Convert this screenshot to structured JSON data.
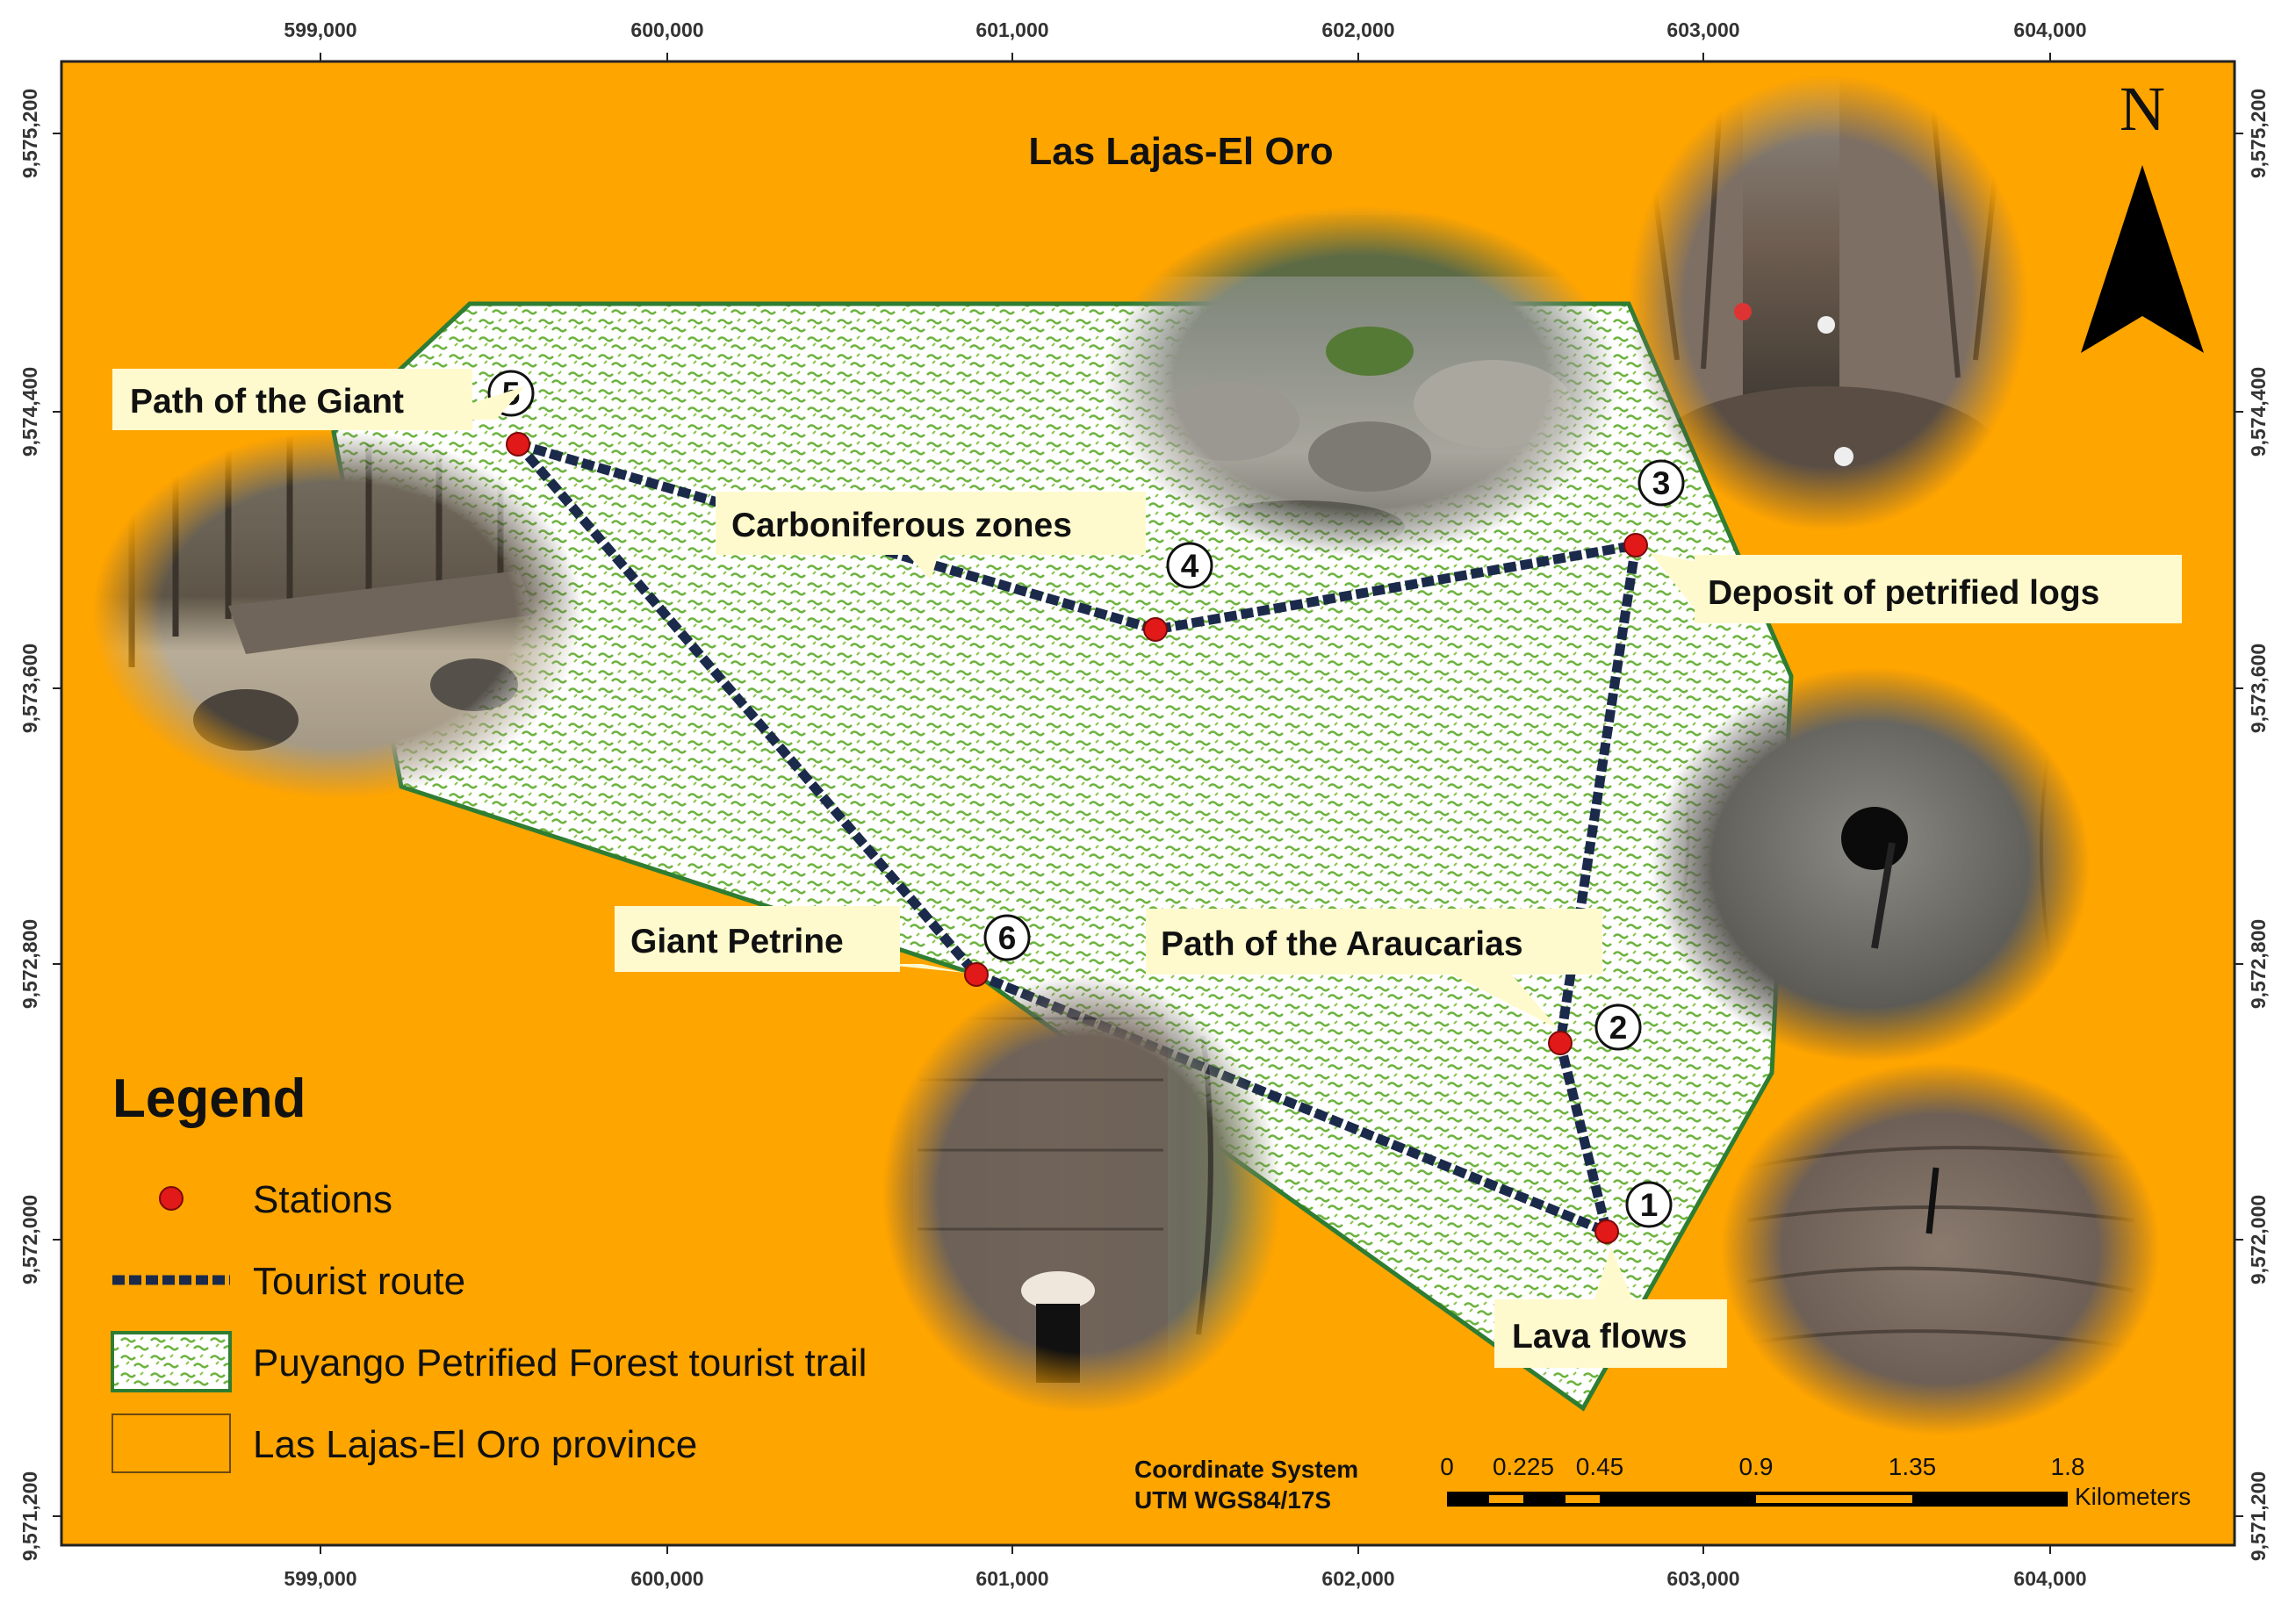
{
  "map": {
    "title": "Las Lajas-El Oro",
    "north_label": "N",
    "easting_ticks": [
      "599,000",
      "600,000",
      "601,000",
      "602,000",
      "603,000",
      "604,000"
    ],
    "northing_ticks": [
      "9,575,200",
      "9,574,400",
      "9,573,600",
      "9,572,800",
      "9,572,000",
      "9,571,200"
    ],
    "colors": {
      "province": "#FFA500",
      "trail_fill": "#FFFFFF",
      "trail_hatch": "#6DB33F",
      "trail_border": "#2E7D32",
      "route": "#1B2A4A",
      "station": "#E11919"
    },
    "stations": [
      {
        "number": "1",
        "name": "Lava flows"
      },
      {
        "number": "2",
        "name": "Path of the Araucarias"
      },
      {
        "number": "3",
        "name": "Deposit of petrified logs"
      },
      {
        "number": "4",
        "name": "Carboniferous zones"
      },
      {
        "number": "5",
        "name": "Path of the Giant"
      },
      {
        "number": "6",
        "name": "Giant Petrine"
      }
    ],
    "route_order": [
      "5",
      "4",
      "3",
      "2",
      "1",
      "6",
      "5"
    ],
    "photos": [
      "path-of-the-giant-photo",
      "carboniferous-zones-photo",
      "petrified-logs-deposit-photo",
      "araucarias-path-photo",
      "lava-flows-photo",
      "giant-petrine-photo"
    ]
  },
  "legend": {
    "title": "Legend",
    "items": [
      {
        "symbol": "station-dot",
        "label": "Stations"
      },
      {
        "symbol": "route-line",
        "label": "Tourist route"
      },
      {
        "symbol": "trail-area",
        "label": "Puyango Petrified Forest tourist trail"
      },
      {
        "symbol": "province-area",
        "label": "Las Lajas-El Oro province"
      }
    ]
  },
  "coordinate_system": {
    "line1": "Coordinate System",
    "line2": "UTM WGS84/17S"
  },
  "scale_bar": {
    "ticks": [
      "0",
      "0.225",
      "0.45",
      "0.9",
      "1.35",
      "1.8"
    ],
    "unit": "Kilometers"
  }
}
